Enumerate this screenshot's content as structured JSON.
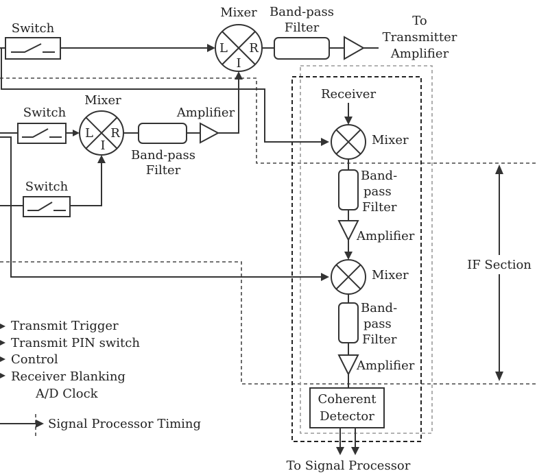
{
  "labels": {
    "switch": "Switch",
    "mixer": "Mixer",
    "band_pass_filter_line1": "Band-pass",
    "band_pass_filter_line2": "Filter",
    "to_tx_line1": "To",
    "to_tx_line2": "Transmitter",
    "to_tx_line3": "Amplifier",
    "amplifier": "Amplifier",
    "receiver": "Receiver",
    "band_stack": [
      "Band-",
      "pass",
      "Filter"
    ],
    "if_section": "IF Section",
    "coherent_line1": "Coherent",
    "coherent_line2": "Detector",
    "to_signal_processor": "To Signal Processor",
    "port_l": "L",
    "port_r": "R",
    "port_i": "I"
  },
  "outputs": [
    "Transmit Trigger",
    "Transmit PIN switch",
    "Control",
    "Receiver Blanking",
    "A/D Clock"
  ],
  "timing_label": "Signal Processor Timing"
}
